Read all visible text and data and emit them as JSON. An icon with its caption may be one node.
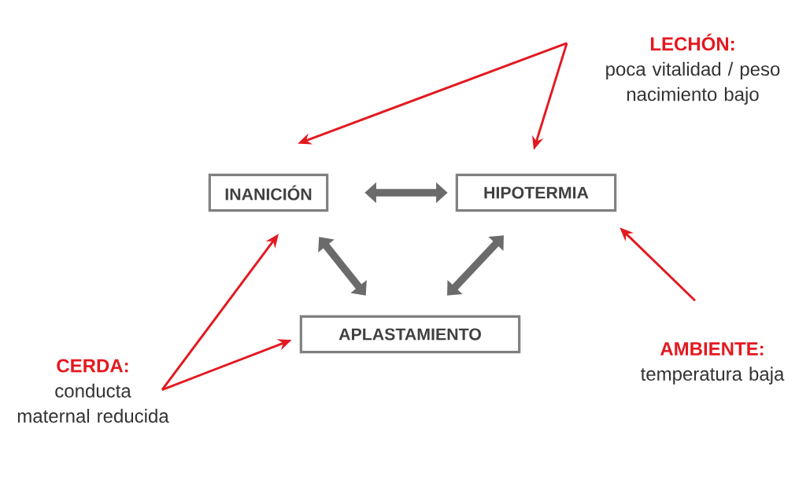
{
  "diagram": {
    "nodes": [
      {
        "text": [
          "LECHÓN:",
          "poca vitalidad / peso nacimiento bajo"
        ]
      },
      {
        "text": [
          "INANICIÓN"
        ]
      },
      {
        "text": [
          "HIPOTERMIA"
        ]
      },
      {
        "text": [
          "APLASTAMIENTO"
        ]
      },
      {
        "text": [
          "AMBIENTE:",
          "temperatura baja"
        ]
      },
      {
        "text": [
          "CERDA:",
          "conducta maternal reducida"
        ]
      }
    ],
    "edges": [
      {
        "from": 0,
        "to": 1,
        "arrow": "to"
      },
      {
        "from": 0,
        "to": 2,
        "arrow": "to"
      },
      {
        "from": 1,
        "to": 2,
        "arrow": "both",
        "style": "thick",
        "color": "#6b6b6b"
      },
      {
        "from": 1,
        "to": 3,
        "arrow": "both",
        "style": "thick",
        "color": "#6b6b6b"
      },
      {
        "from": 2,
        "to": 3,
        "arrow": "both",
        "style": "thick",
        "color": "#6b6b6b"
      },
      {
        "from": 4,
        "to": 2,
        "arrow": "to"
      },
      {
        "from": 5,
        "to": 1,
        "arrow": "to"
      },
      {
        "from": 5,
        "to": 3,
        "arrow": "to"
      }
    ]
  }
}
